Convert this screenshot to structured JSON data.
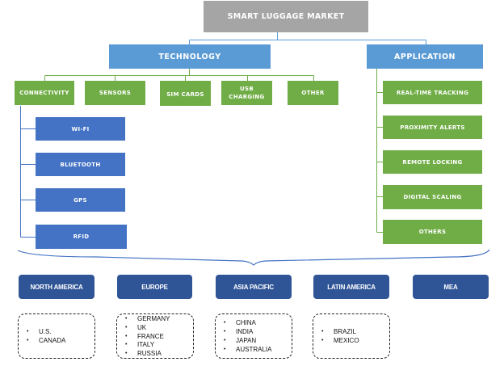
{
  "title": "SMART LUGGAGE MARKET",
  "categories": {
    "technology": "TECHNOLOGY",
    "application": "APPLICATION"
  },
  "technology_items": [
    {
      "label": "CONNECTIVITY"
    },
    {
      "label": "SENSORS"
    },
    {
      "label": "SIM CARDS"
    },
    {
      "label": "USB CHARGING"
    },
    {
      "label": "OTHER"
    }
  ],
  "connectivity_items": [
    {
      "label": "WI-FI"
    },
    {
      "label": "BLUETOOTH"
    },
    {
      "label": "GPS"
    },
    {
      "label": "RFID"
    }
  ],
  "application_items": [
    {
      "label": "REAL-TIME TRACKING"
    },
    {
      "label": "PROXIMITY ALERTS"
    },
    {
      "label": "REMOTE LOCKING"
    },
    {
      "label": "DIGITAL SCALING"
    },
    {
      "label": "OTHERS"
    }
  ],
  "regions": [
    {
      "label": "NORTH AMERICA",
      "countries": [
        "U.S.",
        "CANADA"
      ]
    },
    {
      "label": "EUROPE",
      "countries": [
        "GERMANY",
        "UK",
        "FRANCE",
        "ITALY",
        "RUSSIA"
      ]
    },
    {
      "label": "ASIA PACIFIC",
      "countries": [
        "CHINA",
        "INDIA",
        "JAPAN",
        "AUSTRALIA"
      ]
    },
    {
      "label": "LATIN AMERICA",
      "countries": [
        "BRAZIL",
        "MEXICO"
      ]
    },
    {
      "label": "MEA",
      "countries": []
    }
  ],
  "colors": {
    "title": "#a5a5a5",
    "category": "#5b9bd5",
    "green": "#70ad47",
    "blue": "#4472c4",
    "region": "#2f5597"
  }
}
